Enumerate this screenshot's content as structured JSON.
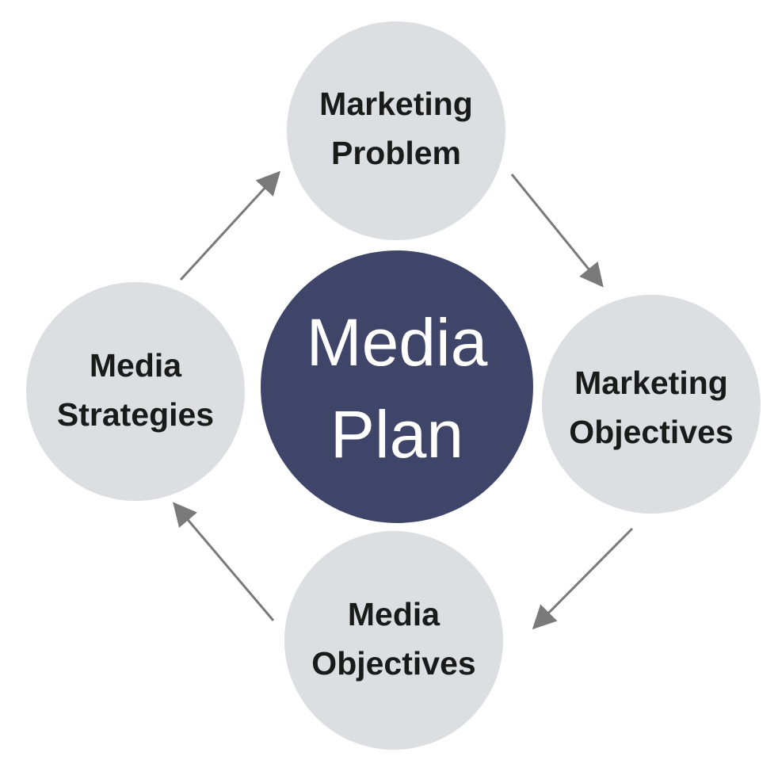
{
  "diagram": {
    "center": {
      "line1": "Media",
      "line2": "Plan"
    },
    "nodes": {
      "marketing_problem": {
        "line1": "Marketing",
        "line2": "Problem"
      },
      "marketing_objectives": {
        "line1": "Marketing",
        "line2": "Objectives"
      },
      "media_objectives": {
        "line1": "Media",
        "line2": "Objectives"
      },
      "media_strategies": {
        "line1": "Media",
        "line2": "Strategies"
      }
    },
    "flow": [
      "marketing_problem",
      "marketing_objectives",
      "media_objectives",
      "media_strategies",
      "marketing_problem"
    ]
  },
  "colors": {
    "center_fill": "#3e4569",
    "center_text": "#ffffff",
    "node_fill": "#dcdee2",
    "node_text": "#1a1a1a",
    "arrow": "#7a7a7a"
  }
}
